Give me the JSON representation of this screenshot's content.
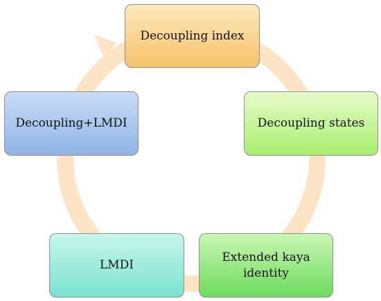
{
  "diagram": {
    "type": "cycle",
    "ring_color": "#fde4c4",
    "nodes": [
      {
        "id": "n0",
        "label": "Decoupling index",
        "gradient": [
          "#fde9bd",
          "#f6c26a"
        ],
        "border": "#8f8f8f"
      },
      {
        "id": "n1",
        "label": "Decoupling states",
        "gradient": [
          "#e6fbc8",
          "#a9ee6f"
        ],
        "border": "#8f8f8f"
      },
      {
        "id": "n2",
        "label": "Extended kaya identity",
        "gradient": [
          "#c9f7b5",
          "#6ddc5c"
        ],
        "border": "#8f8f8f"
      },
      {
        "id": "n3",
        "label": "LMDI",
        "gradient": [
          "#c8f6ee",
          "#79e2cf"
        ],
        "border": "#8f8f8f"
      },
      {
        "id": "n4",
        "label": "Decoupling+LMDI",
        "gradient": [
          "#c9dcf6",
          "#8fb4e6"
        ],
        "border": "#8f8f8f"
      }
    ],
    "arrow": {
      "from": "n4",
      "to": "n0",
      "direction": "clockwise"
    }
  }
}
